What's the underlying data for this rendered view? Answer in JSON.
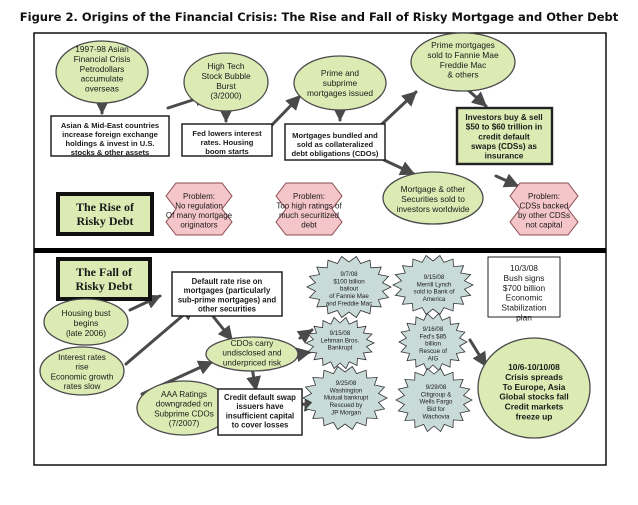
{
  "title": "Figure 2. Origins of the Financial Crisis: The Rise and Fall of Risky Mortgage and Other Debt",
  "sections": {
    "rise": "The Rise of Risky Debt",
    "fall": "The Fall of Risky Debt"
  },
  "rise": {
    "asian_crisis": "1997-98 Asian Financial Crisis Petrodollars accumulate overseas",
    "hightech": "High Tech Stock Bubble Burst (3/2000)",
    "prime_subprime": "Prime and subprime mortgages issued",
    "sold_fannie": "Prime mortgages sold to Fannie Mae Freddie Mac & others",
    "asian_mideast": "Asian & Mid-East countries increase foreign exchange holdings & invest in U.S. stocks & other assets",
    "fed_lowers": "Fed lowers interest rates. Housing boom starts",
    "bundled": "Mortgages bundled and sold as collateralized debt obligations (CDOs)",
    "investors_cds": "Investors buy & sell $50 to $60 trillion in credit default swaps (CDSs) as insurance",
    "securities_sold": "Mortgage & other Securities sold to investors worldwide",
    "problem_regulation": "Problem: No regulation Of many mortgage originators",
    "problem_ratings": "Problem: Too high ratings of much securitized debt",
    "problem_cds": "Problem: CDSs backed by other CDSs not capital"
  },
  "fall": {
    "default_rate": "Default rate rise on mortgages (particularly sub-prime mortgages) and other securities",
    "housing_bust": "Housing bust begins (late 2006)",
    "interest_rise": "Interest rates rise Economic growth rates slow",
    "cdos_carry": "CDOs carry undisclosed and underpriced risk",
    "aaa_ratings": "AAA Ratings downgraded on Subprime CDOs (7/2007)",
    "cds_issuers": "Credit default swap issuers have insufficient capital to cover losses",
    "bailout": "9/7/08 $100 billion bailout of Fannie Mae and Freddie Mac",
    "merrill": "9/15/08 Merrill Lynch sold to Bank of America",
    "lehman": "9/15/08 Lehman Bros. Bankrupt",
    "aig": "9/16/08 Fed's $85 billion Rescue of AIG",
    "wamu": "9/25/08 Washington Mutual bankrupt Rescued by JP Morgan",
    "citigroup": "9/29/08 Citigroup & Wells Fargo Bid for Wachovia",
    "bush": "10/3/08 Bush signs $700 billion Economic Stabilization plan",
    "crisis_spreads": "10/6-10/10/08 Crisis spreads To Europe, Asia Global stocks fall Credit markets freeze up"
  },
  "colors": {
    "green_fill": "#dcebb4",
    "starburst_fill": "#c9dbd9",
    "problem_fill": "#f4c6c9",
    "arrow": "#4a4a4a",
    "divider": "#000000"
  }
}
